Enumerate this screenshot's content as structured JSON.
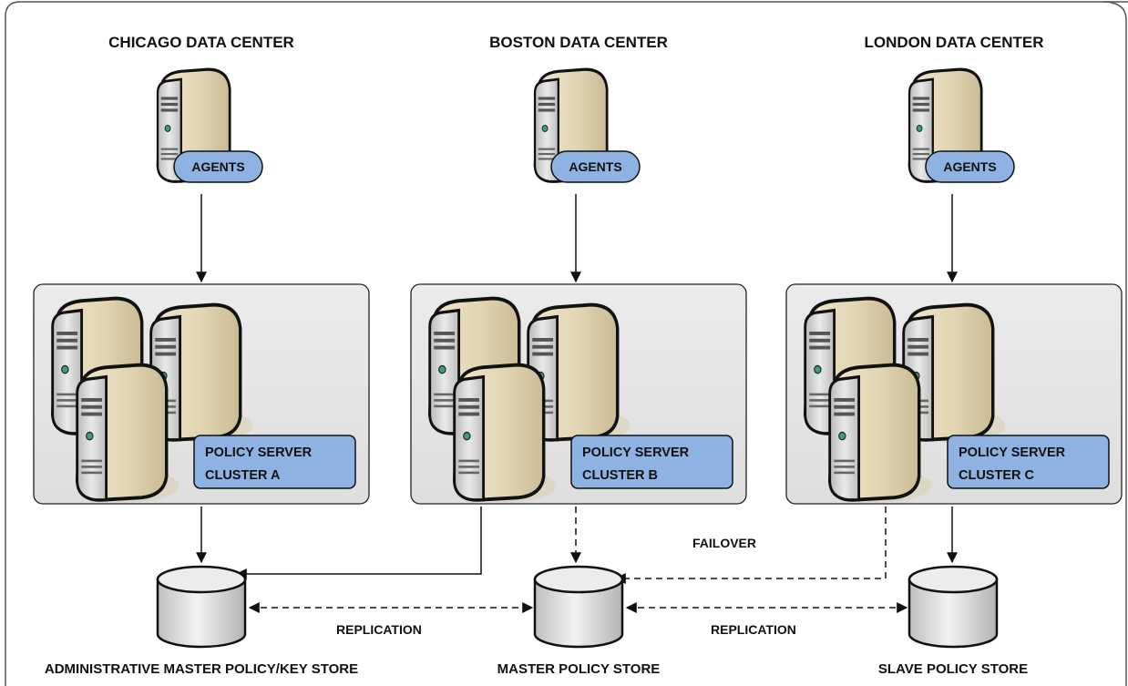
{
  "data_centers": [
    {
      "title": "CHICAGO DATA CENTER",
      "agents_label": "AGENTS",
      "cluster_line1": "POLICY SERVER",
      "cluster_line2": "CLUSTER A"
    },
    {
      "title": "BOSTON DATA CENTER",
      "agents_label": "AGENTS",
      "cluster_line1": "POLICY SERVER",
      "cluster_line2": "CLUSTER B"
    },
    {
      "title": "LONDON DATA CENTER",
      "agents_label": "AGENTS",
      "cluster_line1": "POLICY SERVER",
      "cluster_line2": "CLUSTER C"
    }
  ],
  "stores": [
    {
      "label": "ADMINISTRATIVE MASTER POLICY/KEY STORE"
    },
    {
      "label": "MASTER POLICY STORE"
    },
    {
      "label": "SLAVE POLICY STORE"
    }
  ],
  "links": {
    "failover_label": "FAILOVER",
    "replication_left_label": "REPLICATION",
    "replication_right_label": "REPLICATION"
  },
  "colors": {
    "badge_fill": "#8eb2e2",
    "cluster_panel": "#e6e6e6",
    "server_body": "#e4d8b8",
    "server_shadow": "#cfc3a3"
  }
}
